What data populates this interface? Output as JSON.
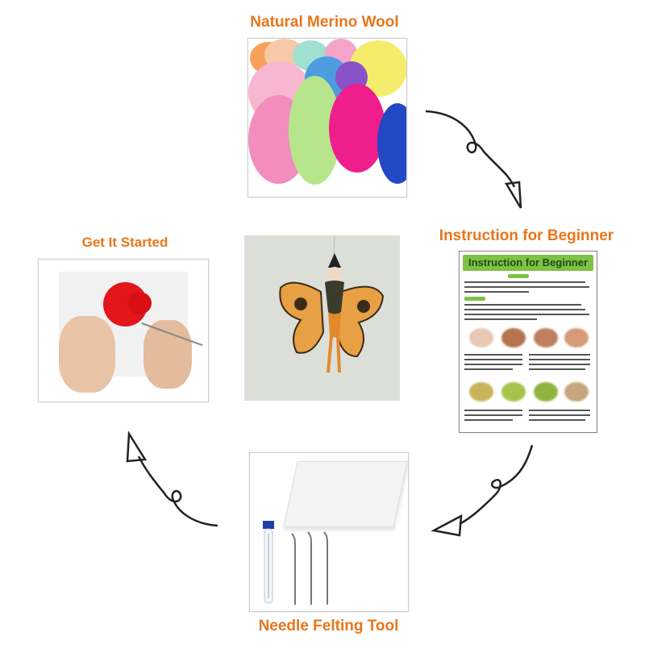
{
  "labels": {
    "top": "Natural Merino Wool",
    "right": "Instruction for Beginner",
    "bottom": "Needle Felting Tool",
    "left": "Get It Started"
  },
  "instruction_sheet": {
    "title": "Instruction for Beginner"
  },
  "colors": {
    "label": "#e8761c",
    "sheet_green": "#7dc242",
    "arrow": "#222222"
  }
}
